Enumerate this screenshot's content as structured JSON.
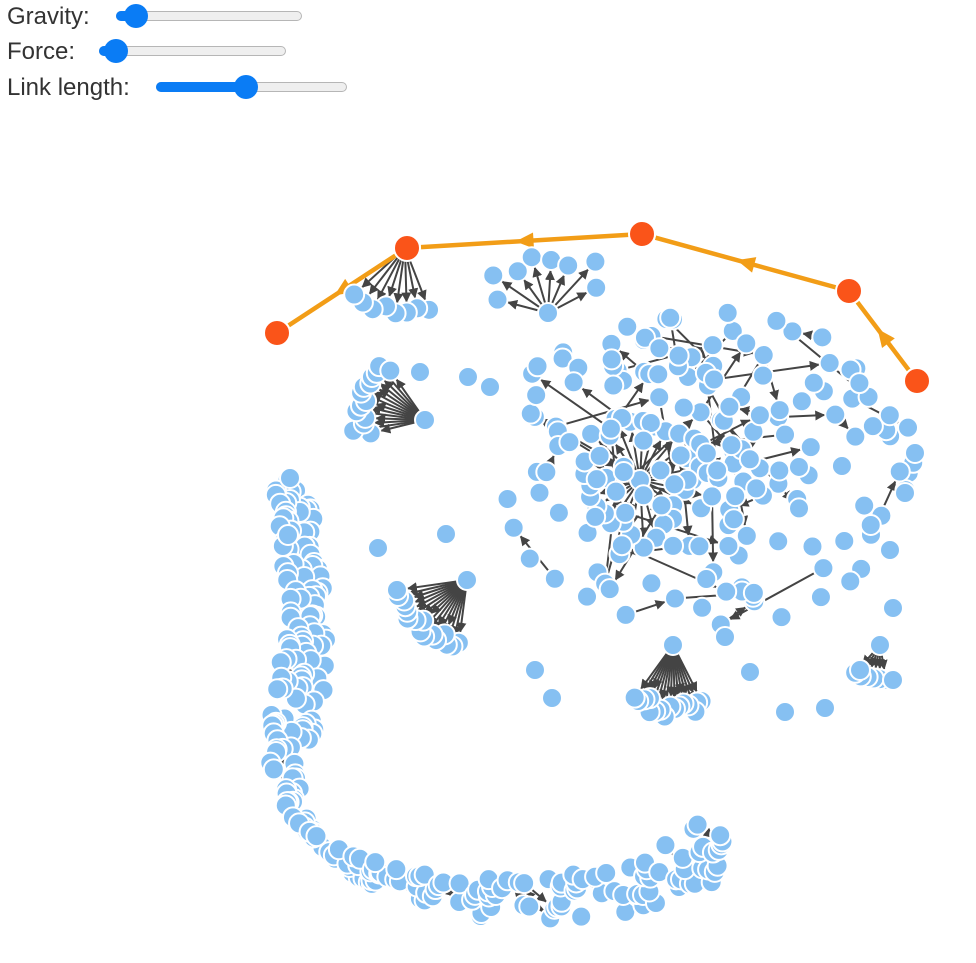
{
  "controls": {
    "gravity": {
      "label": "Gravity:",
      "value": 0.05
    },
    "force": {
      "label": "Force:",
      "value": 0.03
    },
    "link_length": {
      "label": "Link length:",
      "value": 0.47
    }
  },
  "colors": {
    "node": "#86c0f2",
    "node_stroke": "#ffffff",
    "edge": "#444444",
    "highlight_node": "#fa5419",
    "highlight_edge": "#f29d17",
    "slider_accent": "#0a7cf5"
  }
}
